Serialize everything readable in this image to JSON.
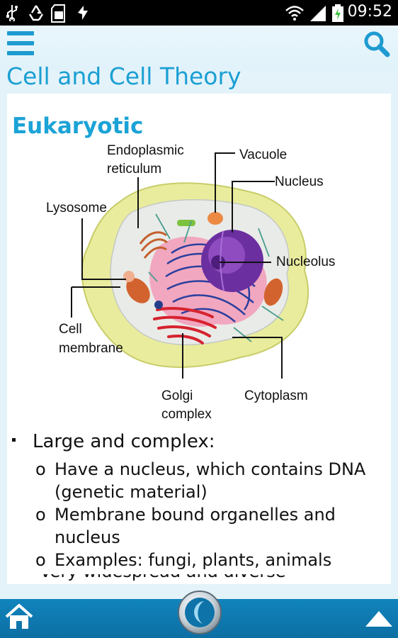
{
  "status_bar": {
    "time": "09:52",
    "icons": [
      "usb-icon",
      "recycle-icon",
      "sd-card-icon",
      "sync-icon",
      "wifi-icon",
      "signal-icon",
      "battery-charging-icon"
    ]
  },
  "header": {
    "menu_icon": "menu-icon",
    "search_icon": "search-icon",
    "title": "Cell and Cell Theory"
  },
  "content": {
    "heading": "Eukaryotic",
    "diagram_labels": {
      "er_line1": "Endoplasmic",
      "er_line2": "reticulum",
      "vacuole": "Vacuole",
      "nucleus": "Nucleus",
      "lysosome": "Lysosome",
      "nucleolus": "Nucleolus",
      "membrane_line1": "Cell",
      "membrane_line2": "membrane",
      "golgi_line1": "Golgi",
      "golgi_line2": "complex",
      "cytoplasm": "Cytoplasm"
    },
    "bullet_main": "Large and complex:",
    "bullet_marker": "o",
    "sub_bullets": [
      "Have a nucleus, which contains DNA (genetic material)",
      "Membrane bound organelles and nucleus",
      "Examples: fungi, plants, animals"
    ],
    "cut_off_line": "Very widespread and diverse"
  },
  "bottom_bar": {
    "home_icon": "home-icon",
    "logo_icon": "app-logo-icon",
    "up_icon": "scroll-up-icon"
  },
  "colors": {
    "accent": "#1a9fd3",
    "bottom_bar": "#1184bd",
    "background": "#e4f3fa"
  }
}
